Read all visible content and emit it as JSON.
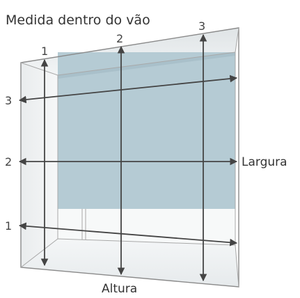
{
  "title": "Medida dentro do vão",
  "labels": {
    "width": "Largura",
    "height": "Altura"
  },
  "vertical_measures": [
    "1",
    "2",
    "3"
  ],
  "horizontal_measures": [
    "3",
    "2",
    "1"
  ],
  "colors": {
    "blind": "#b5cbd4",
    "frame": "#8a8a8a",
    "arrow": "#444444",
    "recess": "#f1f4f5"
  }
}
